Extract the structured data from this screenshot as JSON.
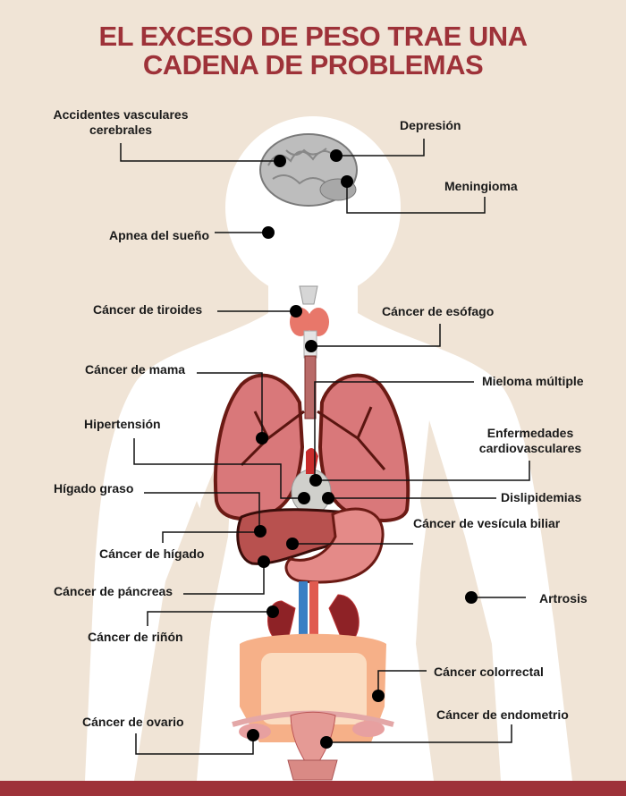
{
  "title": {
    "line1": "EL EXCESO DE PESO TRAE UNA",
    "line2": "CADENA DE PROBLEMAS"
  },
  "labels": {
    "accidentes_1": "Accidentes vasculares",
    "accidentes_2": "cerebrales",
    "depresion": "Depresión",
    "meningioma": "Meningioma",
    "apnea": "Apnea del sueño",
    "tiroides": "Cáncer de tiroides",
    "esofago": "Cáncer de esófago",
    "mama": "Cáncer de mama",
    "mieloma": "Mieloma múltiple",
    "hipertension": "Hipertensión",
    "cardio_1": "Enfermedades",
    "cardio_2": "cardiovasculares",
    "higado_graso": "Hígado graso",
    "dislipidemias": "Dislipidemias",
    "vesicula": "Cáncer de vesícula biliar",
    "higado": "Cáncer de hígado",
    "pancreas": "Cáncer de páncreas",
    "artrosis": "Artrosis",
    "rinon": "Cáncer de riñón",
    "colorrectal": "Cáncer colorrectal",
    "endometrio": "Cáncer de endometrio",
    "ovario": "Cáncer de ovario"
  },
  "colors": {
    "title": "#9e3239",
    "background": "#f0e4d6",
    "body": "#ffffff",
    "bar": "#9e3239"
  }
}
